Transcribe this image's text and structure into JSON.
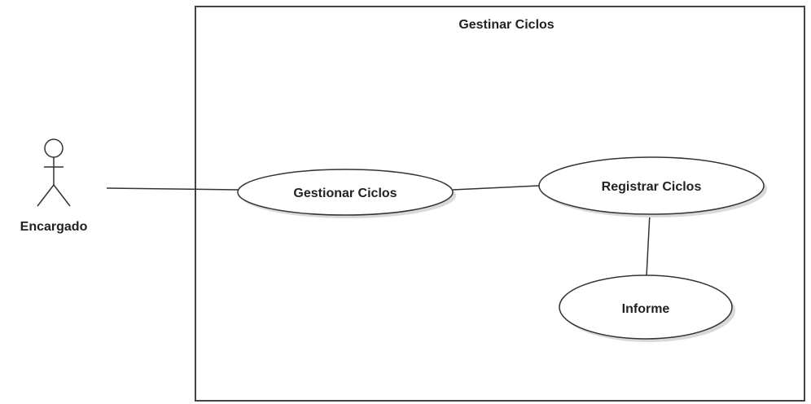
{
  "system": {
    "title": "Gestinar Ciclos"
  },
  "actor": {
    "name": "Encargado"
  },
  "use_cases": {
    "gestionar": "Gestionar Ciclos",
    "registrar": "Registrar Ciclos",
    "informe": "Informe"
  },
  "colors": {
    "line": "#333333",
    "text": "#222222",
    "shadow": "#d9d9d9",
    "fill": "#ffffff"
  }
}
